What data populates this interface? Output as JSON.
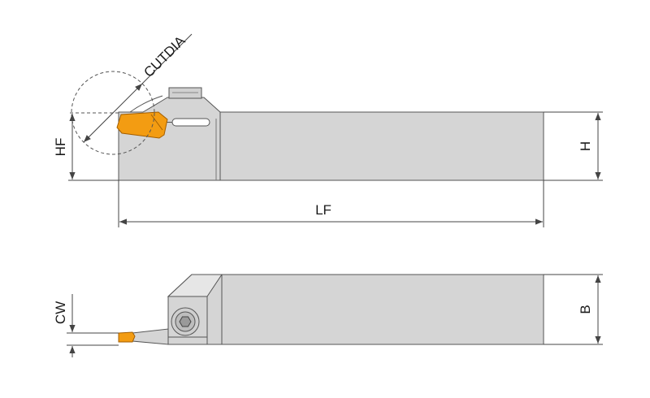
{
  "labels": {
    "cutdia": "CUTDIA",
    "hf": "HF",
    "h": "H",
    "lf": "LF",
    "cw": "CW",
    "b": "B"
  },
  "colors": {
    "body_fill": "#d5d5d5",
    "body_stroke": "#555555",
    "insert_fill": "#f39c12",
    "insert_stroke": "#a35e00",
    "dim_line": "#444444",
    "background": "#ffffff"
  }
}
